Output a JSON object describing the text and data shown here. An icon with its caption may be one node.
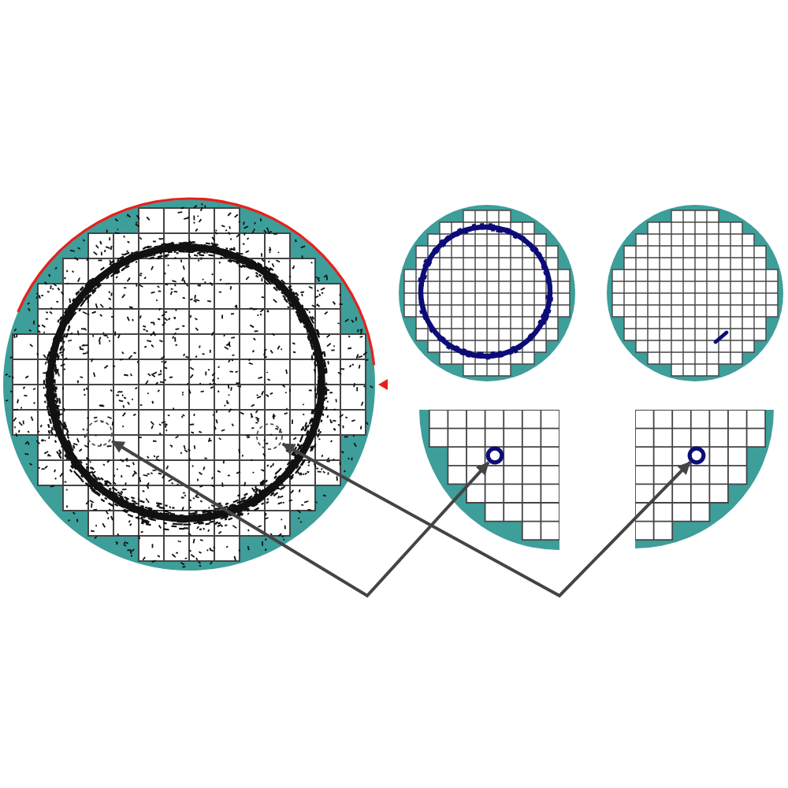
{
  "diagram": {
    "nodes": [
      {
        "text": [],
        "shape": "picture"
      },
      {
        "text": [],
        "shape": "circle",
        "in": 0
      },
      {
        "text": [],
        "shape": "circle",
        "in": 0
      },
      {
        "text": [],
        "shape": "picture"
      },
      {
        "text": [],
        "shape": "picture"
      },
      {
        "text": [],
        "shape": "picture"
      },
      {
        "text": [],
        "shape": "circle",
        "in": 5
      },
      {
        "text": [],
        "shape": "picture"
      },
      {
        "text": [],
        "shape": "circle",
        "in": 7
      }
    ],
    "edges": [
      {
        "from": 1,
        "to": 6,
        "arrow": "both"
      },
      {
        "from": 2,
        "to": 8,
        "arrow": "both"
      }
    ]
  }
}
